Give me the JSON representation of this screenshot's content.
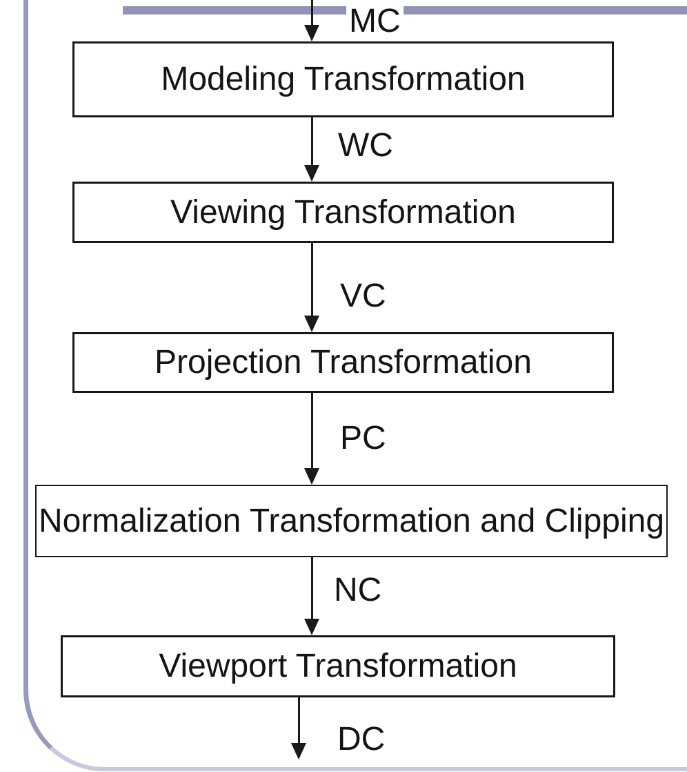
{
  "slide": {
    "background_color": "#ffffff",
    "accent_bar_color": "#9292b8",
    "frame_left_border_color": "#9799be",
    "frame_bottom_border_color": "#c7c9dd",
    "box_border_color": "#181818",
    "arrow_color": "#1a1a1a"
  },
  "pipeline": {
    "boxes": [
      {
        "label": "Modeling Transformation"
      },
      {
        "label": "Viewing Transformation"
      },
      {
        "label": "Projection Transformation"
      },
      {
        "label": "Normalization Transformation and Clipping"
      },
      {
        "label": "Viewport Transformation"
      }
    ],
    "coordinate_labels": [
      {
        "label": "MC"
      },
      {
        "label": "WC"
      },
      {
        "label": "VC"
      },
      {
        "label": "PC"
      },
      {
        "label": "NC"
      },
      {
        "label": "DC"
      }
    ]
  }
}
